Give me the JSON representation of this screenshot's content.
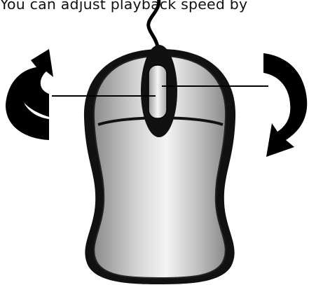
{
  "caption": "You can adjust playback speed by",
  "colors": {
    "outline": "#000000",
    "body_light": "#f2f2f2",
    "body_mid": "#c6c6c6",
    "body_dark": "#8a8a8a",
    "arrow": "#000000"
  },
  "icons": {
    "left_arrow": "counterclockwise-rotate-arrow",
    "right_arrow": "clockwise-rotate-arrow",
    "device": "computer-mouse"
  }
}
